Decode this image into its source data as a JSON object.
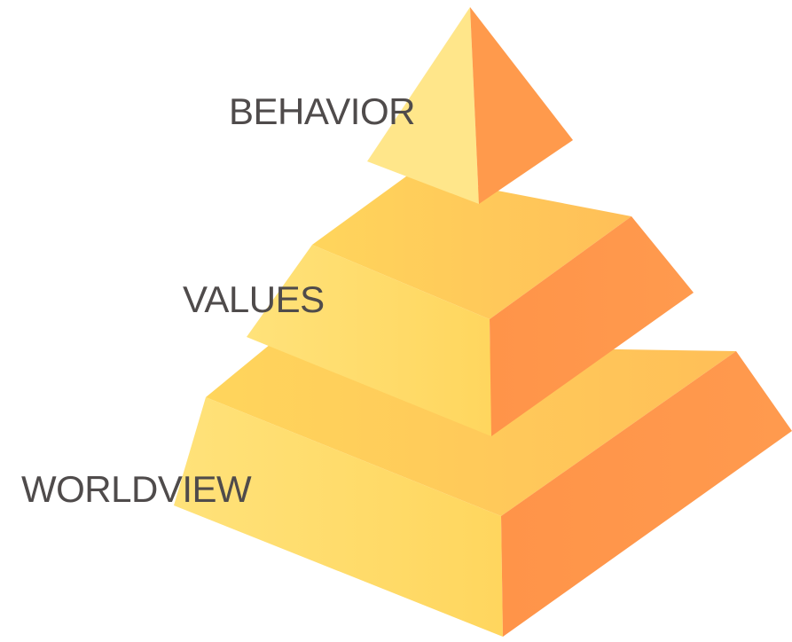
{
  "diagram": {
    "type": "pyramid",
    "tiers": [
      {
        "label": "BEHAVIOR"
      },
      {
        "label": "VALUES"
      },
      {
        "label": "WORLDVIEW"
      }
    ]
  },
  "colors": {
    "face_light": "#ffe98c",
    "face_mid": "#ffd45a",
    "face_top": "#ffc95a",
    "face_orange": "#ff964b",
    "text": "#4f4b4b"
  }
}
